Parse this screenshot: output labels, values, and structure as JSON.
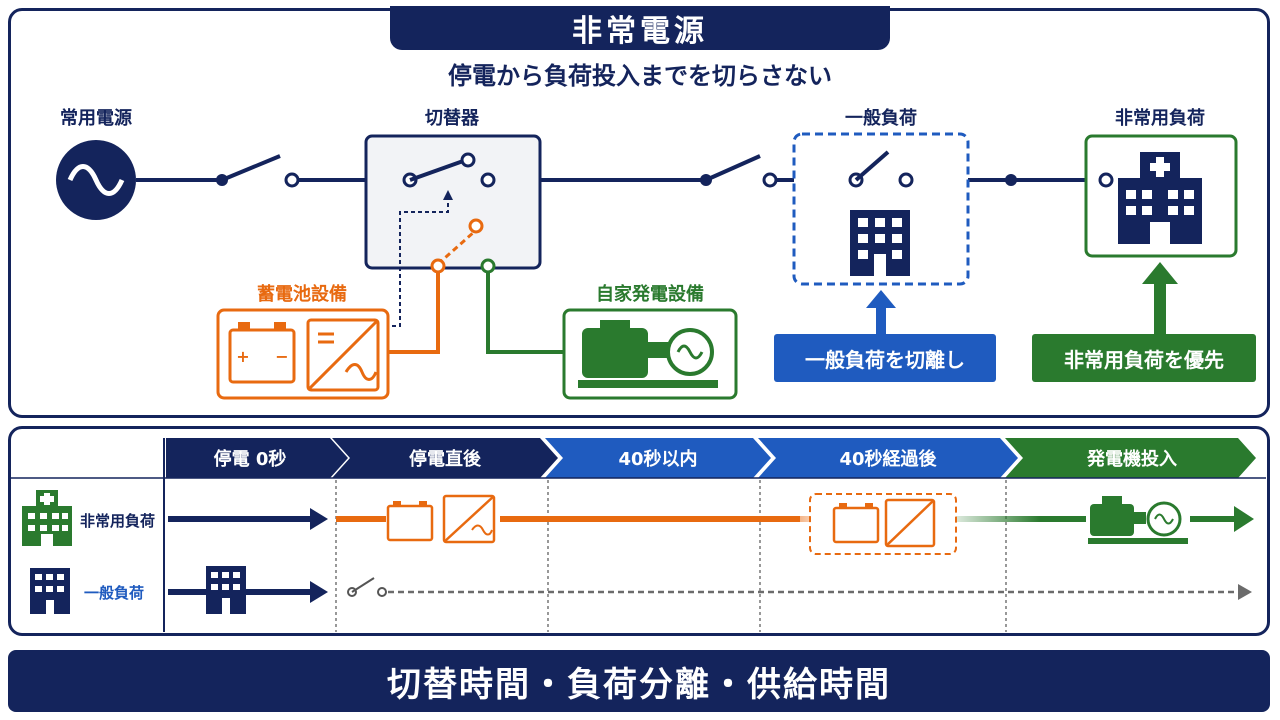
{
  "title": "非常電源",
  "subtitle": "停電から負荷投入までを切らさない",
  "nodes": {
    "commercial": "常用電源",
    "switch": "切替器",
    "general_load": "一般負荷",
    "emergency_load": "非常用負荷",
    "battery": "蓄電池設備",
    "generator": "自家発電設備"
  },
  "callouts": {
    "disconnect": "一般負荷を切離し",
    "prioritize": "非常用負荷を優先"
  },
  "timeline": {
    "phases": [
      "停電 0秒",
      "停電直後",
      "40秒以内",
      "40秒経過後",
      "発電機投入"
    ],
    "rows": [
      "非常用負荷",
      "一般負荷"
    ]
  },
  "footer": "切替時間・負荷分離・供給時間",
  "colors": {
    "navy": "#14245c",
    "blue": "#1f5bbf",
    "orange": "#e86a10",
    "green": "#2a7a2e",
    "gray": "#6b6b6b"
  }
}
